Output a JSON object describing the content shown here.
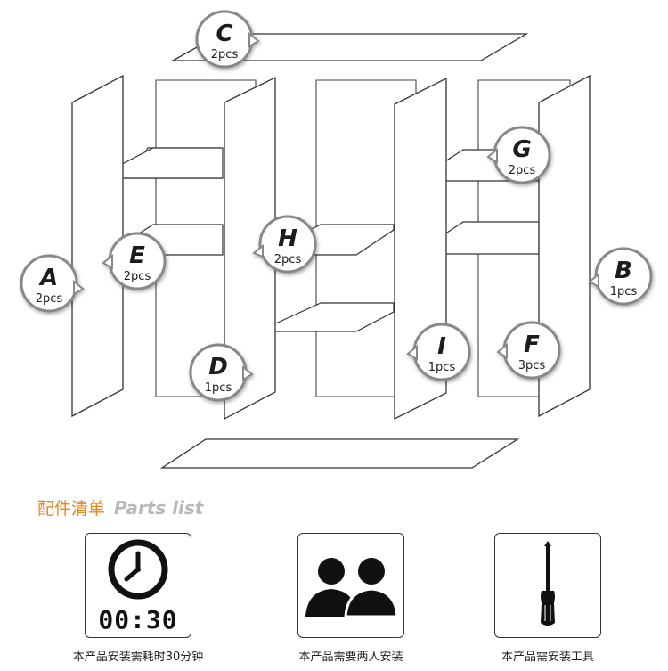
{
  "parts": [
    {
      "letter": "C",
      "count": "2pcs"
    },
    {
      "letter": "G",
      "count": "2pcs"
    },
    {
      "letter": "H",
      "count": "2pcs"
    },
    {
      "letter": "E",
      "count": "2pcs"
    },
    {
      "letter": "A",
      "count": "2pcs"
    },
    {
      "letter": "B",
      "count": "1pcs"
    },
    {
      "letter": "D",
      "count": "1pcs"
    },
    {
      "letter": "I",
      "count": "1pcs"
    },
    {
      "letter": "F",
      "count": "3pcs"
    }
  ],
  "parts_list": {
    "title_cn": "配件清单",
    "title_en": "Parts list"
  },
  "info": [
    {
      "icon": "clock-icon",
      "time": "00:30",
      "label": "本产品安装需耗时30分钟"
    },
    {
      "icon": "two-people-icon",
      "label": "本产品需要两人安装"
    },
    {
      "icon": "screwdriver-icon",
      "label": "本产品需安装工具"
    }
  ],
  "colors": {
    "accent": "#e8861c",
    "subtitle": "#b8b8b8"
  }
}
